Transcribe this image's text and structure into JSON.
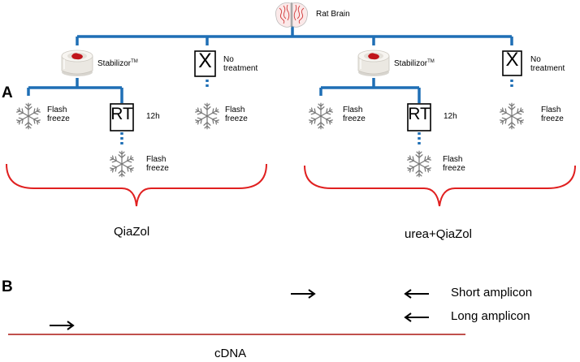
{
  "panel_a": {
    "label": "A",
    "root_label": "Rat Brain",
    "stabilizor_label": "Stabilizor",
    "stabilizor_tm": "TM",
    "no_treatment_box": "X",
    "no_treatment_label": "No treatment",
    "rt_box": "RT",
    "rt_time": "12h",
    "flash_freeze_label": "Flash freeze",
    "left_bracket_label": "QiaZol",
    "right_bracket_label": "urea+QiaZol"
  },
  "panel_b": {
    "label": "B",
    "short_amplicon_label": "Short amplicon",
    "long_amplicon_label": "Long amplicon",
    "cdna_label": "cDNA"
  },
  "colors": {
    "tree_blue": "#1f6fb5",
    "bracket_red": "#e02020",
    "cdna_line": "#c0504d"
  },
  "icons": [
    "brain-icon",
    "stabilizor-tube-icon",
    "snowflake-icon",
    "arrow-right-icon",
    "arrow-left-icon"
  ]
}
